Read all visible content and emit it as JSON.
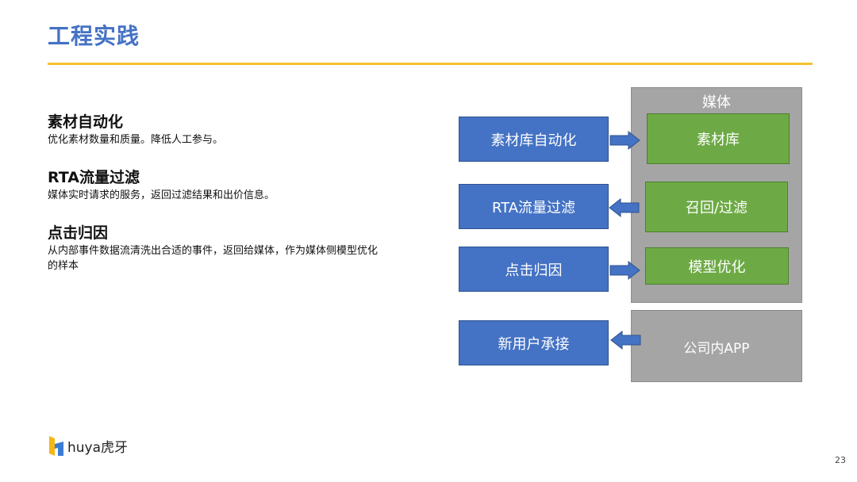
{
  "title": "工程实践",
  "sections": [
    {
      "heading": "素材自动化",
      "body": "优化素材数量和质量。降低人工参与。"
    },
    {
      "heading": "RTA流量过滤",
      "body": "媒体实时请求的服务，返回过滤结果和出价信息。"
    },
    {
      "heading": "点击归因",
      "body": "从内部事件数据流清洗出合适的事件，返回给媒体，作为媒体侧模型优化的样本"
    }
  ],
  "diagram": {
    "media_container": "媒体",
    "company_container": "公司内APP",
    "left_boxes": [
      "素材库自动化",
      "RTA流量过滤",
      "点击归因",
      "新用户承接"
    ],
    "right_boxes": [
      "素材库",
      "召回/过滤",
      "模型优化"
    ],
    "arrow_directions": [
      "right",
      "left",
      "right",
      "left"
    ]
  },
  "colors": {
    "title": "#4472C4",
    "rule": "#F5C12E",
    "blue_box": "#4472C4",
    "green_box": "#6DAA45",
    "gray_container": "#A5A5A5"
  },
  "logo": {
    "text": "huya虎牙",
    "icon": "huya-logo-icon"
  },
  "page_number": "23"
}
